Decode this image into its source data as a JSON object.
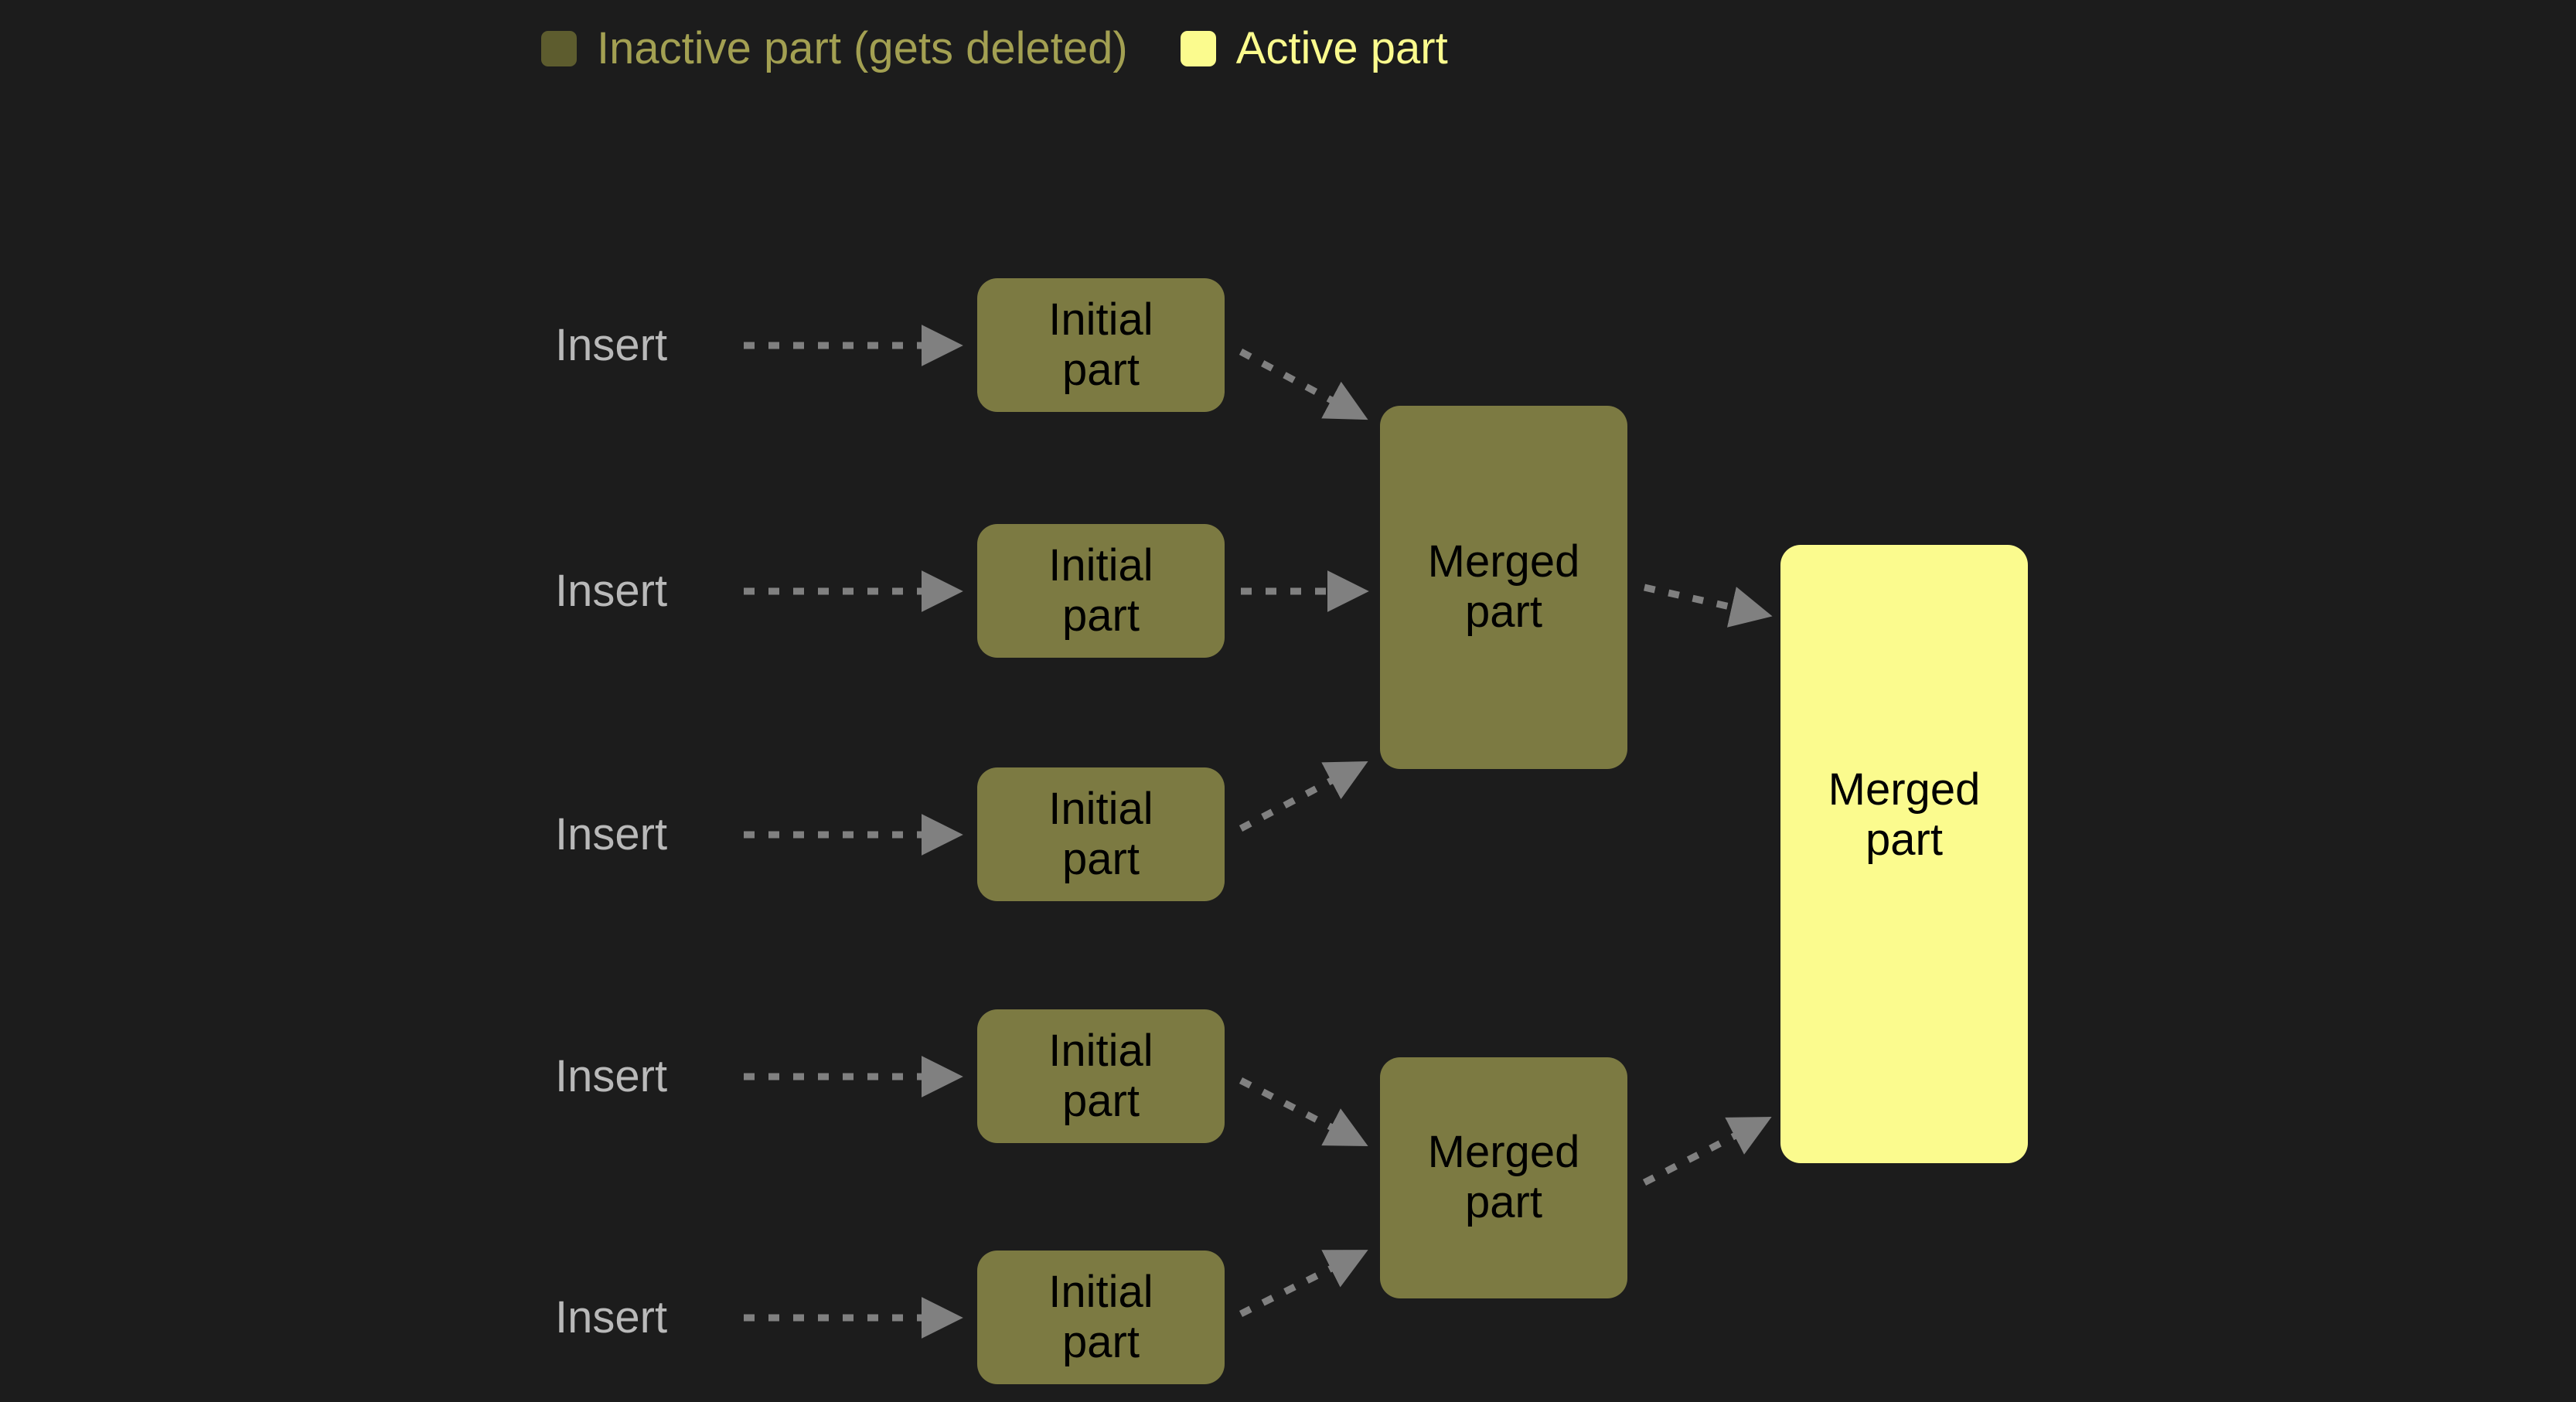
{
  "background_color": "#1c1c1c",
  "legend": {
    "items": [
      {
        "label": "Inactive part (gets deleted)",
        "swatch_color": "#5d5c2e",
        "text_color": "#a3a052",
        "state": "inactive"
      },
      {
        "label": "Active part",
        "swatch_color": "#fbfb8e",
        "text_color": "#fbfb8e",
        "state": "active"
      }
    ]
  },
  "diagram": {
    "type": "flow-diagram",
    "arrow_color": "#808080",
    "arrow_style": "dotted",
    "inactive_fill": "#7c7a42",
    "active_fill": "#fbfb8e",
    "node_text_color": "#000000",
    "insert_text_color": "#b9b9b9",
    "inserts": [
      {
        "label": "Insert",
        "row": 1
      },
      {
        "label": "Insert",
        "row": 2
      },
      {
        "label": "Insert",
        "row": 3
      },
      {
        "label": "Insert",
        "row": 4
      },
      {
        "label": "Insert",
        "row": 5
      }
    ],
    "initial_parts": [
      {
        "line1": "Initial",
        "line2": "part",
        "row": 1
      },
      {
        "line1": "Initial",
        "line2": "part",
        "row": 2
      },
      {
        "line1": "Initial",
        "line2": "part",
        "row": 3
      },
      {
        "line1": "Initial",
        "line2": "part",
        "row": 4
      },
      {
        "line1": "Initial",
        "line2": "part",
        "row": 5
      }
    ],
    "merged_parts": [
      {
        "line1": "Merged",
        "line2": "part",
        "state": "inactive",
        "id": "merged-top"
      },
      {
        "line1": "Merged",
        "line2": "part",
        "state": "inactive",
        "id": "merged-bottom"
      }
    ],
    "final_part": {
      "line1": "Merged",
      "line2": "part",
      "state": "active",
      "id": "merged-final"
    }
  }
}
